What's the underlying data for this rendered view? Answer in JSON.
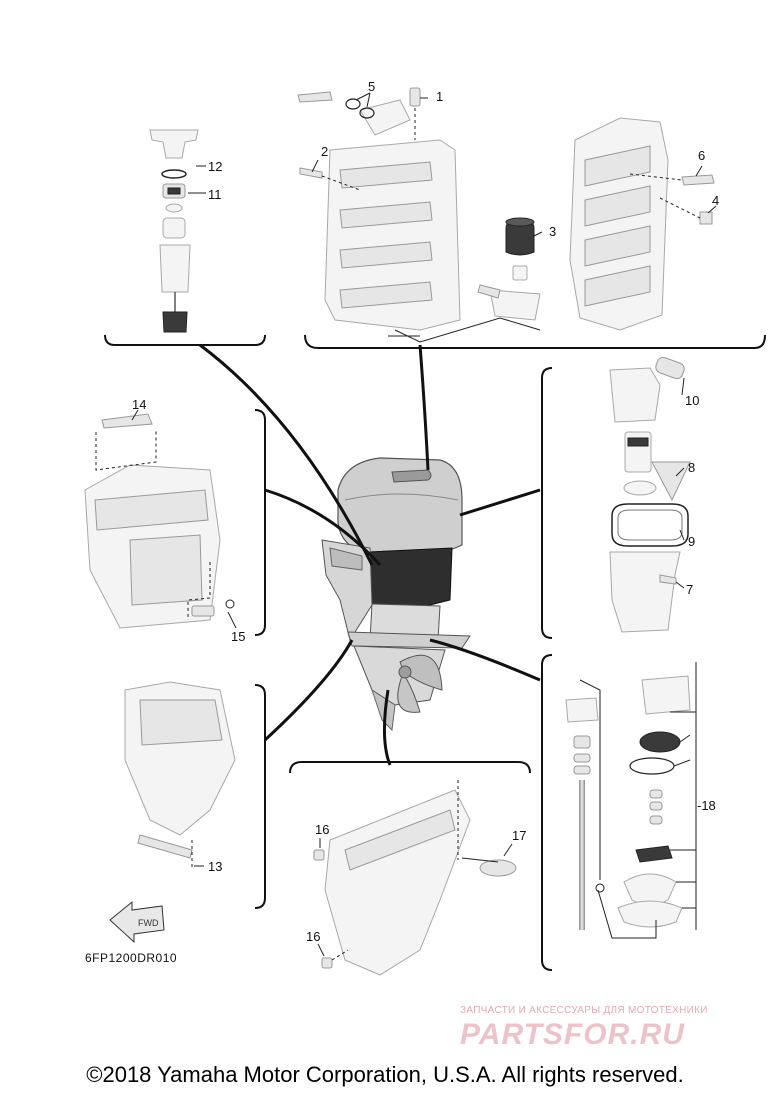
{
  "diagram": {
    "code": "6FP1200DR010",
    "callouts": {
      "c1": "1",
      "c2": "2",
      "c3": "3",
      "c4": "4",
      "c5": "5",
      "c6": "6",
      "c7": "7",
      "c8": "8",
      "c9": "9",
      "c10": "10",
      "c11": "11",
      "c12": "12",
      "c13": "13",
      "c14": "14",
      "c15": "15",
      "c16a": "16",
      "c16b": "16",
      "c17": "17",
      "c18": "-18"
    },
    "fwd_label": "FWD"
  },
  "watermark": {
    "tagline": "ЗАПЧАСТИ И АКСЕССУАРЫ ДЛЯ МОТОТЕХНИКИ",
    "brand": "PARTSFOR.RU"
  },
  "footer": {
    "copyright": "©2018 Yamaha Motor Corporation, U.S.A. All rights reserved."
  },
  "colors": {
    "ink": "#111111",
    "watermark": "#e2aab1"
  }
}
